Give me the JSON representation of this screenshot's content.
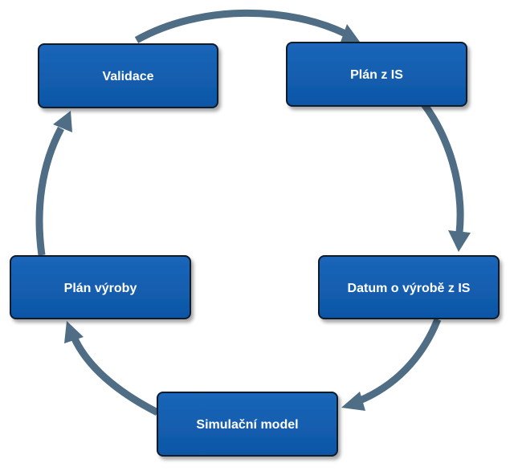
{
  "diagram": {
    "nodes": [
      {
        "id": "validace",
        "label": "Validace"
      },
      {
        "id": "plan-z-is",
        "label": "Plán z IS"
      },
      {
        "id": "datum-o-vyrobe",
        "label": "Datum o výrobě z IS"
      },
      {
        "id": "simulacni-model",
        "label": "Simulační model"
      },
      {
        "id": "plan-vyroby",
        "label": "Plán výroby"
      }
    ],
    "edges": [
      {
        "from": "validace",
        "to": "plan-z-is"
      },
      {
        "from": "plan-z-is",
        "to": "datum-o-vyrobe"
      },
      {
        "from": "datum-o-vyrobe",
        "to": "simulacni-model"
      },
      {
        "from": "simulacni-model",
        "to": "plan-vyroby"
      },
      {
        "from": "plan-vyroby",
        "to": "validace"
      }
    ],
    "colors": {
      "node_fill": "#0d56a6",
      "node_fill_light": "#1b66b9",
      "node_border": "#0f1a2b",
      "node_text": "#ffffff",
      "arrow": "#4f6d84",
      "shadow": "#8a8a8a"
    }
  }
}
